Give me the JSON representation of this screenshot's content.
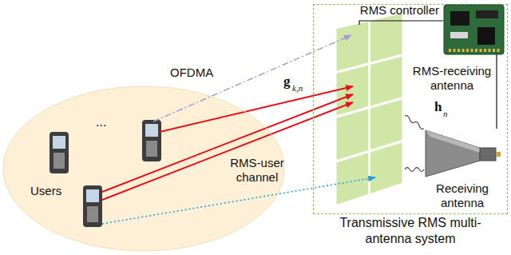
{
  "diagram": {
    "nodes": [
      {
        "text": [
          "Transmissive RMS multi-antenna system"
        ]
      },
      {
        "text": [
          "Users"
        ]
      },
      {
        "text": [
          "RMS controller"
        ],
        "in": 0
      },
      {
        "text": [
          "Receiving antenna"
        ],
        "in": 0
      }
    ],
    "edges": [
      {
        "from": 2,
        "to": 3,
        "arrow": "none"
      }
    ],
    "labels": [
      "...",
      "OFDMA",
      "g",
      "k,n",
      "RMS-user channel",
      "RMS-receiving antenna",
      "h",
      "n"
    ]
  }
}
